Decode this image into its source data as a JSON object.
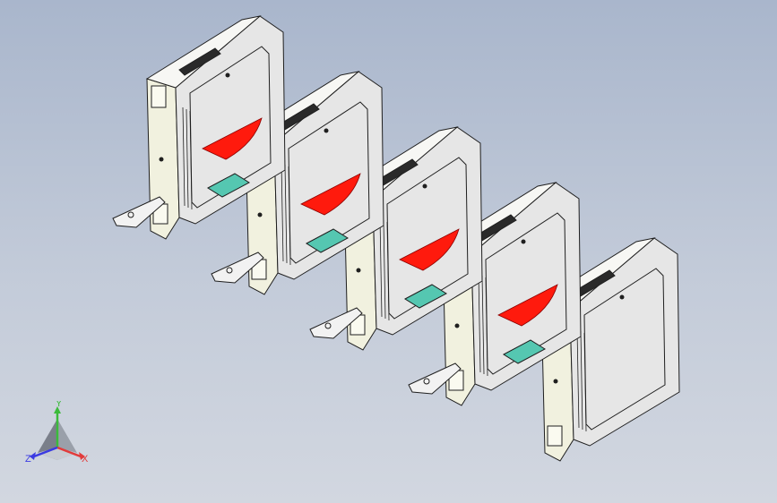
{
  "viewport": {
    "background_top": "#a9b6cc",
    "background_bottom": "#d2d7e0"
  },
  "model": {
    "unit_count": 5,
    "colors": {
      "housing_front": "#e6e6e6",
      "housing_side": "#f1f1df",
      "housing_top": "#f7f7f4",
      "outline": "#1f1f1f",
      "flap": "#ff1a0d",
      "reader_pad": "#55c7b1",
      "display_slot": "#2a2a2a"
    }
  },
  "triad": {
    "x_label": "X",
    "y_label": "Y",
    "z_label": "Z",
    "x_color": "#e23b3b",
    "y_color": "#3bbb3b",
    "z_color": "#3b3be2"
  }
}
